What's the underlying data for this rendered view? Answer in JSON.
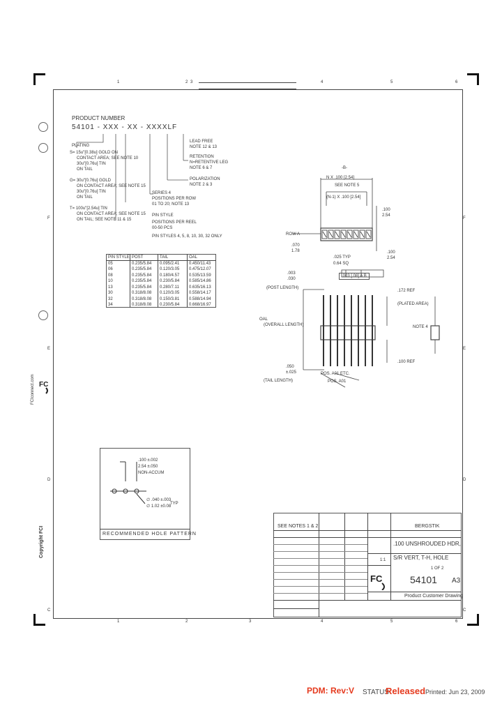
{
  "border_zones": {
    "top": [
      "1",
      "2",
      "3",
      "4",
      "5",
      "6"
    ],
    "bottom": [
      "1",
      "2",
      "3",
      "4",
      "5",
      "6"
    ],
    "left": [
      "F",
      "E",
      "D",
      "C"
    ],
    "right": [
      "F",
      "E",
      "D",
      "C"
    ]
  },
  "product_number": {
    "heading": "PRODUCT NUMBER",
    "code": "54101 - XXX - XX - XXXXLF",
    "plating_label": "PLATING",
    "plating_options": [
      "S= 15u\"[0.38u] GOLD ON",
      "CONTACT AREA; SEE NOTE 10",
      "30u\"[0.76u] TIN",
      "ON TAIL",
      "G= 30u\"[0.76u] GOLD",
      "ON CONTACT AREA; SEE NOTE 15",
      "30u\"[0.76u] TIN",
      "ON TAIL",
      "T= 100u\"[2.54u] TIN",
      "ON CONTACT AREA; SEE NOTE 15",
      "ON TAIL; SEE NOTE 11 & 15"
    ],
    "callouts": [
      "LEAD FREE",
      "NOTE 12 & 13",
      "RETENTION",
      "N=RETENTIVE LEG",
      "NOTE 6 & 7",
      "POLARIZATION",
      "NOTE 2 & 3",
      "SERIES 4",
      "POSITIONS PER ROW",
      "01 TO 20; NOTE 13",
      "PIN STYLE",
      "POSITIONS PER REEL",
      "00-50 PCS",
      "PIN STYLES 4, 5, 8, 10, 30, 32 ONLY"
    ]
  },
  "pin_table": {
    "headers": [
      "PIN STYLE",
      "POST",
      "TAIL",
      "OAL"
    ],
    "rows": [
      [
        "05",
        "0.235/5.84",
        "0.095/2.41",
        "0.450/11.43"
      ],
      [
        "06",
        "0.235/5.84",
        "0.120/3.05",
        "0.475/12.07"
      ],
      [
        "08",
        "0.235/5.84",
        "0.180/4.57",
        "0.535/13.59"
      ],
      [
        "10",
        "0.235/5.84",
        "0.230/5.84",
        "0.585/14.86"
      ],
      [
        "13",
        "0.235/5.84",
        "0.280/7.11",
        "0.635/16.13"
      ],
      [
        "30",
        "0.318/8.08",
        "0.120/3.05",
        "0.558/14.17"
      ],
      [
        "32",
        "0.318/8.08",
        "0.150/3.81",
        "0.588/14.94"
      ],
      [
        "34",
        "0.318/8.08",
        "0.230/5.84",
        "0.668/16.97"
      ]
    ]
  },
  "top_view": {
    "labels": [
      "-B-",
      "N X .100 [2.54]",
      "SEE NOTE 5",
      "(N-1) X .100 [2.54]",
      ".100",
      "2.54",
      "ROW A",
      ".070",
      "1.78",
      ".025 TYP",
      "0.64 SQ",
      ".100",
      "2.54"
    ],
    "tolerance": ".003 [.08] A B"
  },
  "side_view": {
    "labels": [
      ".003",
      ".030",
      "(POST LENGTH)",
      ".172 REF",
      "(PLATED AREA)",
      "OAL",
      "(OVERALL LENGTH)",
      ".100 REF",
      "NOTE 4",
      ".050",
      "±.025",
      "(TAIL LENGTH)",
      "POS. A01 ETC.",
      "POS. A01"
    ]
  },
  "hole_pattern": {
    "labels": [
      ".100 ±.002",
      "2.54 ±.050",
      "NON-ACCUM",
      "∅ .040 ±.003",
      "∅ 1.02 ±0.08",
      "TYP"
    ],
    "title": "RECOMMENDED HOLE PATTERN"
  },
  "title_block": {
    "see_notes": "SEE NOTES 1 & 2",
    "part_family": "BERGSTIK",
    "description": [
      ".100 UNSHROUDED HDR,",
      "S/R VERT, T-H, HOLE"
    ],
    "part_number": "54101",
    "size": "A3",
    "sheet": "1 OF 2",
    "scale": "1:1",
    "doc_type": "Product Customer Drawing"
  },
  "side_brand": {
    "logo": "FCI",
    "site": "FCIconnect.com",
    "copyright": "Copyright FCI"
  },
  "footer": {
    "pdm": "PDM: Rev:V",
    "status_label": "STATUS",
    "status_value": "Released",
    "printed": "Printed: Jun 23, 2009"
  }
}
